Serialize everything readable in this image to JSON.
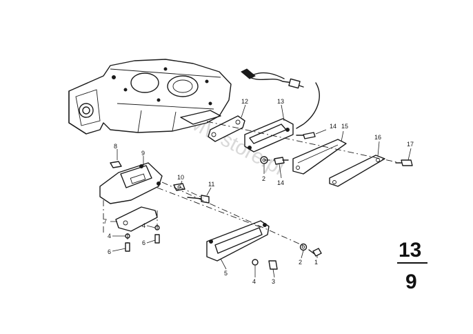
{
  "watermark": "www.BMWstore.pl",
  "group": {
    "main": "13",
    "sub": "9"
  },
  "callouts": {
    "c1": "1",
    "c2a": "2",
    "c2b": "2",
    "c3": "3",
    "c4a": "4",
    "c4b": "4",
    "c4c": "4",
    "c5": "5",
    "c6a": "6",
    "c6b": "6",
    "c7": "7",
    "c8": "8",
    "c9": "9",
    "c10": "10",
    "c11": "11",
    "c12": "12",
    "c13": "13",
    "c14a": "14",
    "c14b": "14",
    "c15": "15",
    "c16": "16",
    "c17": "17"
  }
}
